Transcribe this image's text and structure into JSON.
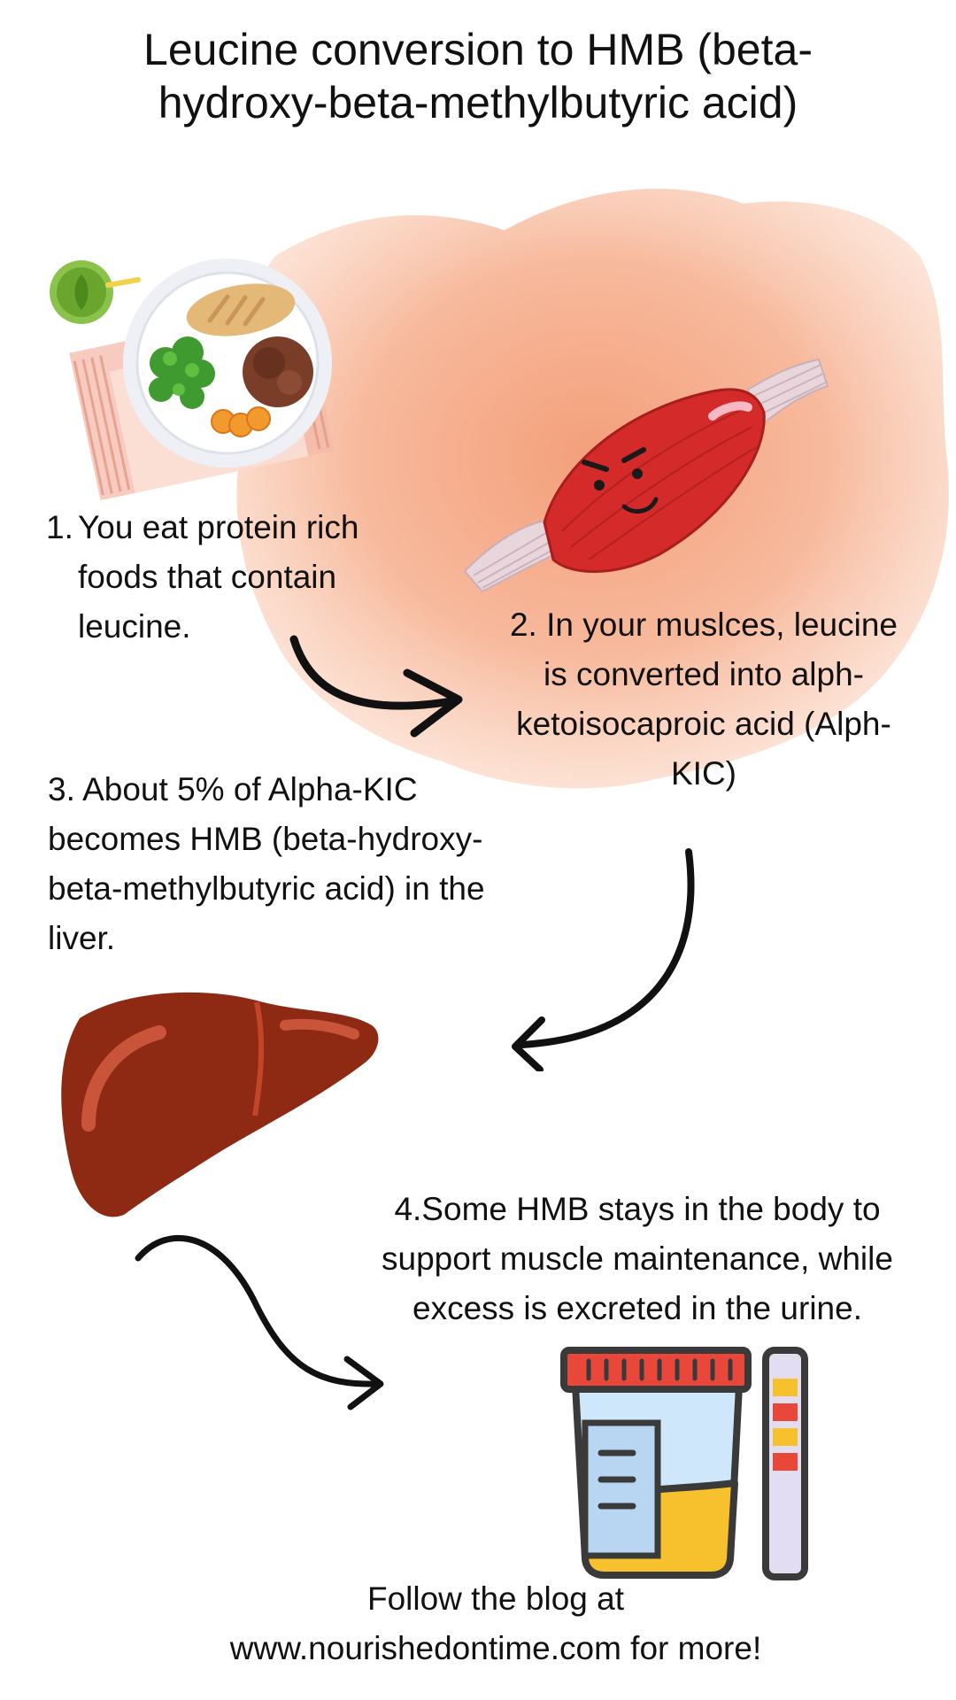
{
  "title": "Leucine conversion to HMB (beta-hydroxy-beta-methylbutyric acid)",
  "steps": {
    "step1": {
      "number": "1.",
      "text": "You eat protein rich foods that contain leucine."
    },
    "step2": {
      "text": "2. In your muslces, leucine is converted into alph-ketoisocaproic acid (Alph-KIC)"
    },
    "step3": {
      "text": "3. About 5% of Alpha-KIC becomes HMB (beta-hydroxy-beta-methylbutyric acid) in the liver."
    },
    "step4": {
      "text": "4.Some HMB stays in the body to support muscle maintenance, while excess is excreted in the urine."
    }
  },
  "footer": {
    "line1": "Follow the blog at",
    "line2": "www.nourishedontime.com for more!"
  },
  "illustrations": {
    "food": "food-plate-illustration",
    "muscle": "muscle-illustration",
    "liver": "liver-illustration",
    "urine": "urine-sample-cup-illustration"
  },
  "colors": {
    "watercolor": "#f4a07a",
    "muscle": "#d42a2a",
    "liver": "#8e2a14",
    "urine": "#f7c12e",
    "cup_lid": "#e8473a",
    "arrow": "#111111"
  }
}
